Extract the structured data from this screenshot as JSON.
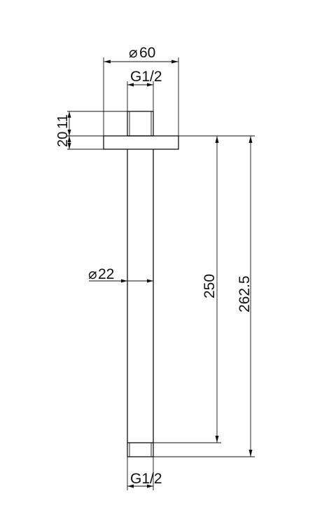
{
  "drawing": {
    "dimensions": {
      "flange_diameter": "60",
      "top_thread": "G1/2",
      "top_thread_length": "11",
      "flange_thickness": "20",
      "arm_diameter": "22",
      "arm_length": "250",
      "total_length": "262.5",
      "bottom_thread": "G1/2"
    },
    "diameter_symbol": "⌀"
  }
}
